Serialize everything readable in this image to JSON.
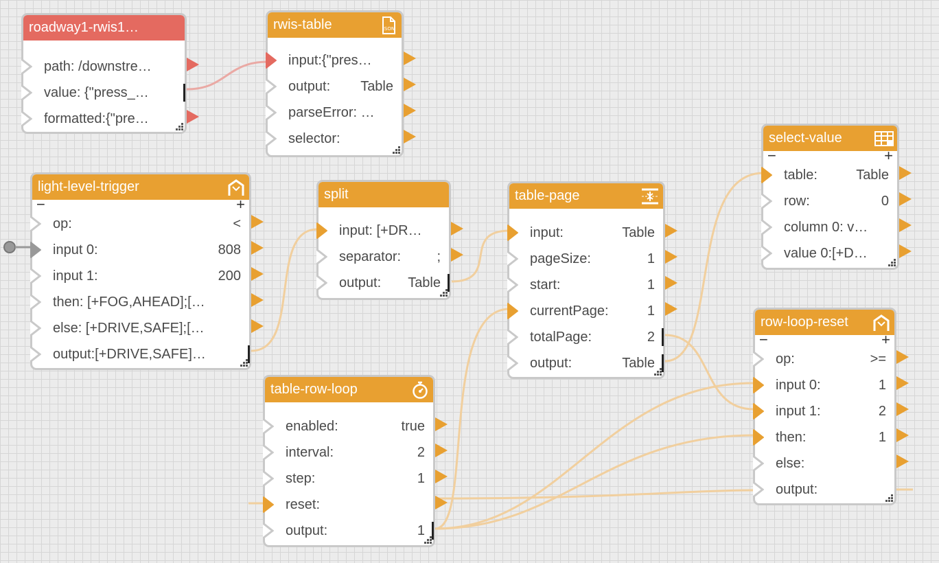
{
  "canvas": {
    "background": "#ececec",
    "grid": "#d6d6d6"
  },
  "colors": {
    "block_header": "#e8a031",
    "source_header": "#e46a60",
    "wire": "#f1cf9e",
    "wire_red": "#eaa9a4"
  },
  "blocks": {
    "roadway": {
      "title": "roadway1-rwis1…",
      "rows": [
        {
          "label": "path: /downstre…",
          "value": ""
        },
        {
          "label": "value: {\"press_…",
          "value": ""
        },
        {
          "label": "formatted:{\"pre…",
          "value": ""
        }
      ]
    },
    "rwis_table": {
      "title": "rwis-table",
      "icon": "json-file-icon",
      "icon_text": "JSON",
      "rows": [
        {
          "label": "input:{\"pres…",
          "value": ""
        },
        {
          "label": "output:",
          "value": "Table"
        },
        {
          "label": "parseError: …",
          "value": ""
        },
        {
          "label": "selector:",
          "value": ""
        }
      ]
    },
    "light_level_trigger": {
      "title": "light-level-trigger",
      "icon": "branch-icon",
      "minus": "−",
      "plus": "+",
      "rows": [
        {
          "label": "op:",
          "value": "<"
        },
        {
          "label": "input 0:",
          "value": "808"
        },
        {
          "label": "input 1:",
          "value": "200"
        },
        {
          "label": "then: [+FOG,AHEAD];[…",
          "value": ""
        },
        {
          "label": "else: [+DRIVE,SAFE];[…",
          "value": ""
        },
        {
          "label": "output:[+DRIVE,SAFE]…",
          "value": ""
        }
      ]
    },
    "split": {
      "title": "split",
      "rows": [
        {
          "label": "input: [+DR…",
          "value": ""
        },
        {
          "label": "separator:",
          "value": ";"
        },
        {
          "label": "output:",
          "value": "Table"
        }
      ]
    },
    "table_page": {
      "title": "table-page",
      "icon": "page-expand-icon",
      "rows": [
        {
          "label": "input:",
          "value": "Table"
        },
        {
          "label": "pageSize:",
          "value": "1"
        },
        {
          "label": "start:",
          "value": "1"
        },
        {
          "label": "currentPage:",
          "value": "1"
        },
        {
          "label": "totalPage:",
          "value": "2"
        },
        {
          "label": "output:",
          "value": "Table"
        }
      ]
    },
    "select_value": {
      "title": "select-value",
      "icon": "table-icon",
      "minus": "−",
      "plus": "+",
      "rows": [
        {
          "label": "table:",
          "value": "Table"
        },
        {
          "label": "row:",
          "value": "0"
        },
        {
          "label": "column 0: v…",
          "value": ""
        },
        {
          "label": "value 0:[+D…",
          "value": ""
        }
      ]
    },
    "table_row_loop": {
      "title": "table-row-loop",
      "icon": "timer-icon",
      "rows": [
        {
          "label": "enabled:",
          "value": "true"
        },
        {
          "label": "interval:",
          "value": "2"
        },
        {
          "label": "step:",
          "value": "1"
        },
        {
          "label": "reset:",
          "value": ""
        },
        {
          "label": "output:",
          "value": "1"
        }
      ]
    },
    "row_loop_reset": {
      "title": "row-loop-reset",
      "icon": "branch-icon",
      "minus": "−",
      "plus": "+",
      "rows": [
        {
          "label": "op:",
          "value": ">="
        },
        {
          "label": "input 0:",
          "value": "1"
        },
        {
          "label": "input 1:",
          "value": "2"
        },
        {
          "label": "then:",
          "value": "1"
        },
        {
          "label": "else:",
          "value": ""
        },
        {
          "label": "output:",
          "value": ""
        }
      ]
    }
  }
}
